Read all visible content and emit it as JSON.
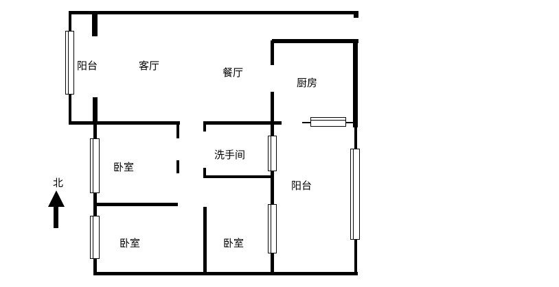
{
  "colors": {
    "wall": "#000000",
    "background": "#ffffff"
  },
  "rooms": {
    "balcony_left": "阳台",
    "living_room": "客厅",
    "dining_room": "餐厅",
    "kitchen": "厨房",
    "bedroom_nw": "卧室",
    "washroom": "洗手间",
    "balcony_right": "阳台",
    "bedroom_sw": "卧室",
    "bedroom_se": "卧室"
  },
  "compass": {
    "north_label": "北"
  }
}
